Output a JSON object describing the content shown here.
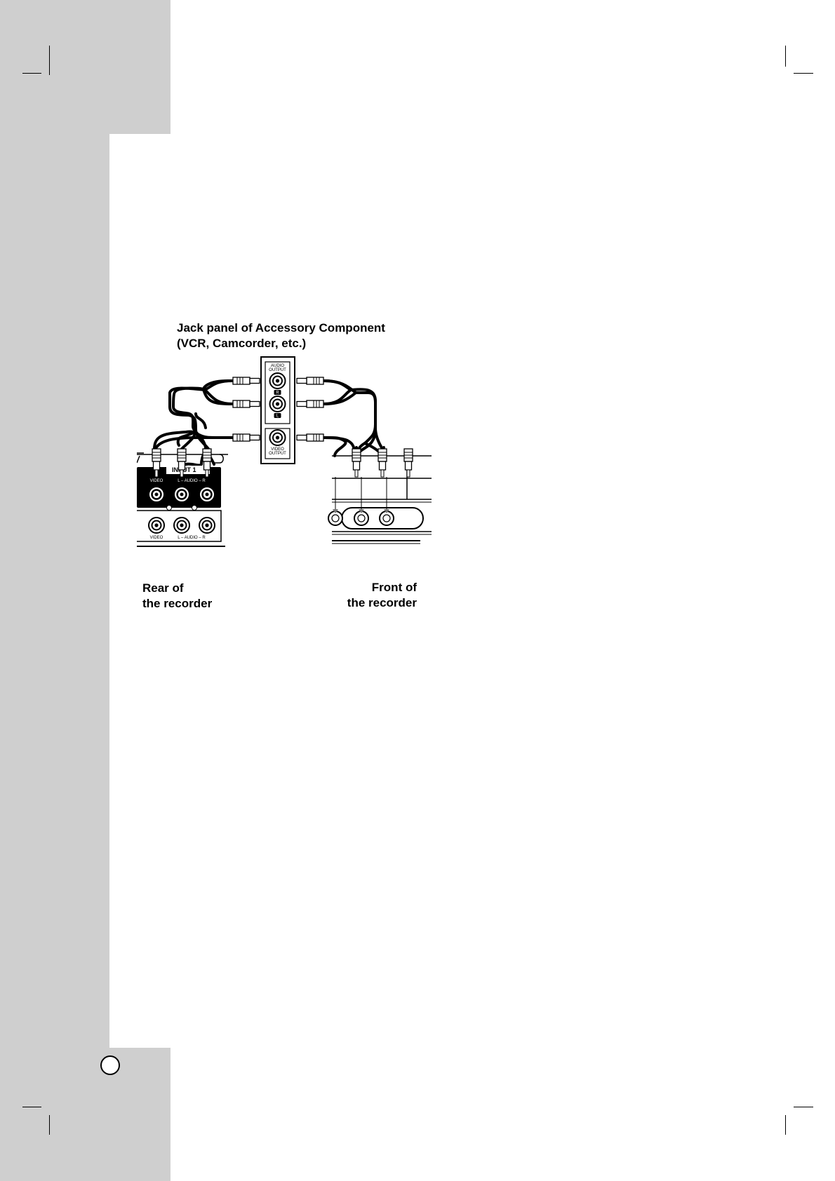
{
  "diagram": {
    "title_line1": "Jack panel of Accessory Component",
    "title_line2": "(VCR, Camcorder, etc.)",
    "rear_line1": "Rear of",
    "rear_line2": "the recorder",
    "front_line1": "Front of",
    "front_line2": "the recorder",
    "audio_output": "AUDIO OUTPUT",
    "audio_output_l1": "AUDIO",
    "audio_output_l2": "OUTPUT",
    "video_output_l1": "VIDEO",
    "video_output_l2": "OUTPUT",
    "badge_r": "R",
    "badge_l": "L",
    "input1": "INPUT 1",
    "rear_top_video": "VIDEO",
    "rear_top_audio": "L – AUDIO – R",
    "rear_bottom_video": "VIDEO",
    "rear_bottom_audio": "L – AUDIO – R"
  },
  "colors": {
    "margin_gray": "#cfcfcf",
    "ink": "#000000"
  }
}
